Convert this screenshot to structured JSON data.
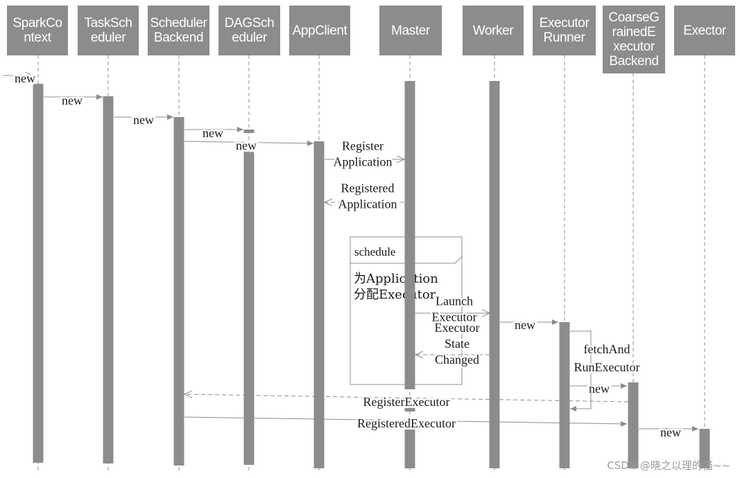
{
  "participants": [
    {
      "id": "sparkcontext",
      "label": "SparkCo\nntext"
    },
    {
      "id": "taskscheduler",
      "label": "TaskSch\neduler"
    },
    {
      "id": "schedulerbackend",
      "label": "Scheduler\nBackend"
    },
    {
      "id": "dagscheduler",
      "label": "DAGSch\neduler"
    },
    {
      "id": "appclient",
      "label": "AppClient"
    },
    {
      "id": "master",
      "label": "Master"
    },
    {
      "id": "worker",
      "label": "Worker"
    },
    {
      "id": "executorrunner",
      "label": "Executor\nRunner"
    },
    {
      "id": "coarsegrained",
      "label": "CoarseG\nrainedE\nxecutor\nBackend"
    },
    {
      "id": "exector",
      "label": "Exector"
    }
  ],
  "messages": {
    "new_sc": "new",
    "new_ts": "new",
    "new_sb": "new",
    "new_dag": "new",
    "new_ac": "new",
    "register_app": "Register\nApplication",
    "registered_app": "Registered\nApplication",
    "launch_executor": "Launch\nExecutor",
    "new_er": "new",
    "executor_state_changed": "Executor\nState\nChanged",
    "fetch_and_run": "fetchAnd\nRunExecutor",
    "new_cg": "new",
    "register_executor": "RegisterExecutor",
    "registered_executor": "RegisteredExecutor",
    "new_exector": "new"
  },
  "fragment": {
    "title": "schedule",
    "note": "为Application\n分配Executor"
  },
  "watermark": "CSDN @晓之以理的喵~~"
}
